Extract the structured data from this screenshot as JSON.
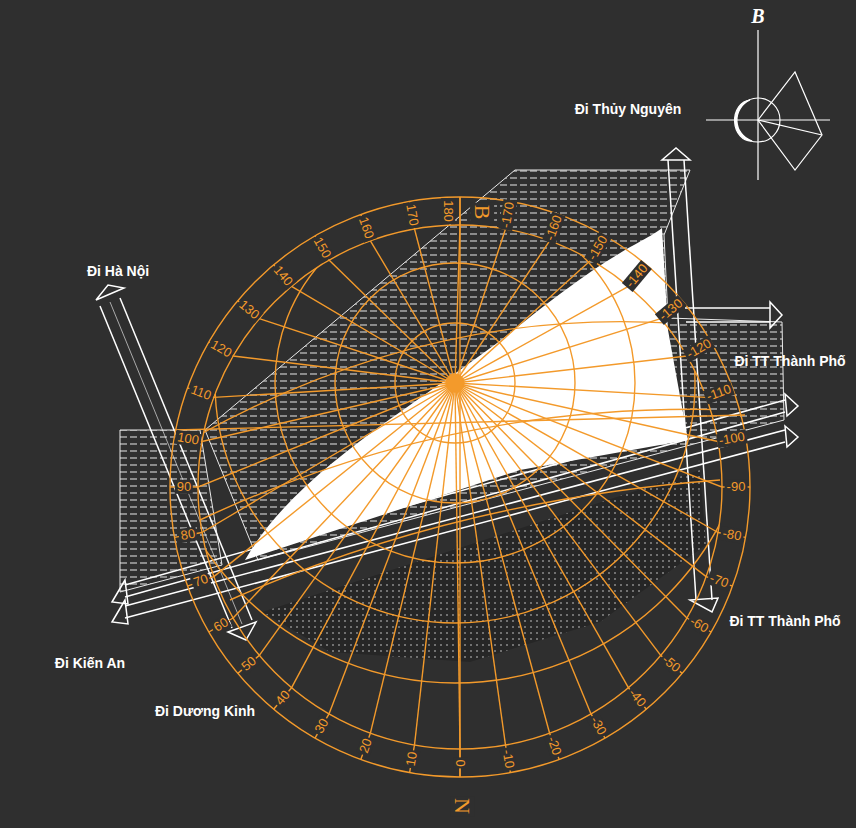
{
  "diagram": {
    "labels": [
      "B",
      "Đi Thủy Nguyên",
      "Đi Hà Nội",
      "Đi TT Thành Phố",
      "Đi TT Thành Phố",
      "Đi Kiến An",
      "Đi Dương Kinh",
      "B",
      "N",
      "180",
      "170",
      "160",
      "150",
      "140",
      "130",
      "120",
      "110",
      "100",
      "90",
      "80",
      "70",
      "60",
      "50",
      "40",
      "30",
      "20",
      "10",
      "0",
      "-10",
      "-20",
      "-30",
      "-40",
      "-50",
      "-60",
      "-70",
      "-80",
      "-90",
      "-100",
      "-110",
      "-120",
      "-130",
      "-140",
      "-150",
      "-160",
      "-170"
    ]
  }
}
